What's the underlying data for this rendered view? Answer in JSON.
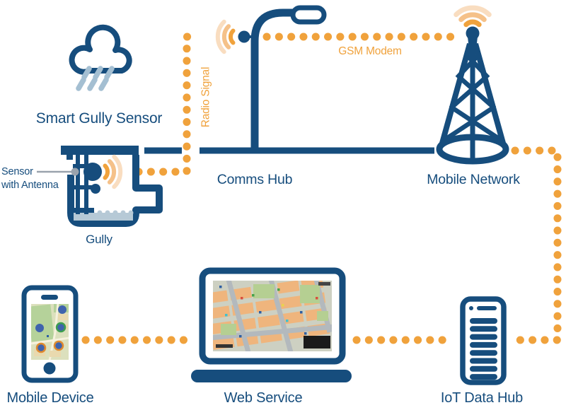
{
  "title": "Smart Gully Sensor system diagram",
  "colors": {
    "navy": "#164d7d",
    "orange": "#f0a23c",
    "orange_mid": "#f5c189",
    "orange_light": "#f9ddc0",
    "rain_blue": "#a4bfd2",
    "water_blue": "#b6c9d6",
    "antenna_gray": "#9aa3ad"
  },
  "nodes": {
    "smart_gully_sensor": {
      "label": "Smart Gully Sensor"
    },
    "sensor_with_antenna": {
      "label": "Sensor\nwith Antenna"
    },
    "gully": {
      "label": "Gully"
    },
    "comms_hub": {
      "label": "Comms Hub"
    },
    "mobile_network": {
      "label": "Mobile Network"
    },
    "mobile_device": {
      "label": "Mobile Device"
    },
    "web_service": {
      "label": "Web Service"
    },
    "iot_data_hub": {
      "label": "IoT Data Hub"
    }
  },
  "links": {
    "radio_signal": {
      "label": "Radio Signal"
    },
    "gsm_modem": {
      "label": "GSM Modem"
    }
  },
  "connections": [
    {
      "from": "sensor_with_antenna",
      "to": "comms_hub",
      "style": "dotted",
      "label": "Radio Signal"
    },
    {
      "from": "comms_hub",
      "to": "mobile_network",
      "style": "dotted",
      "label": "GSM Modem"
    },
    {
      "from": "gully",
      "to": "mobile_network",
      "style": "solid",
      "label": ""
    },
    {
      "from": "mobile_network",
      "to": "iot_data_hub",
      "style": "dotted",
      "label": ""
    },
    {
      "from": "iot_data_hub",
      "to": "web_service",
      "style": "dotted",
      "label": ""
    },
    {
      "from": "web_service",
      "to": "mobile_device",
      "style": "dotted",
      "label": ""
    }
  ],
  "icons": [
    "rain-cloud-icon",
    "gully-icon",
    "sensor-signal-icon",
    "streetlight-icon",
    "radio-tower-icon",
    "smartphone-icon",
    "laptop-icon",
    "server-icon"
  ]
}
